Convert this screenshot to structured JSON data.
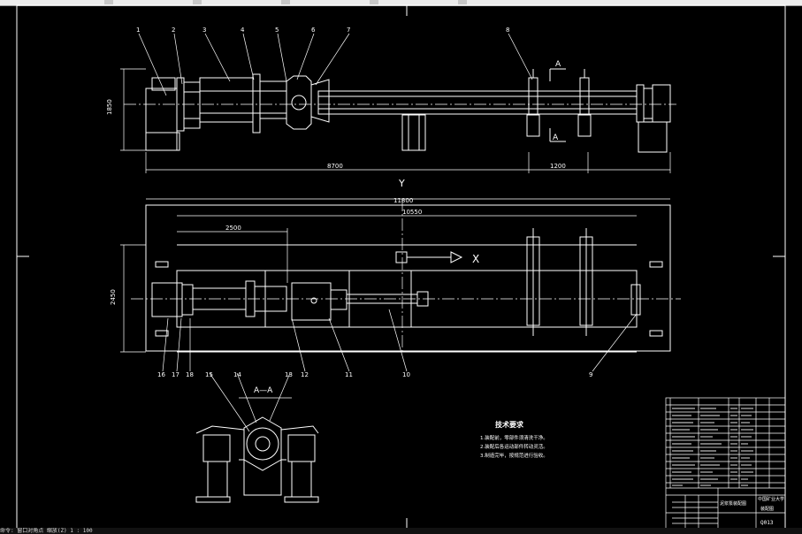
{
  "colors": {
    "background": "#000000",
    "line": "#ffffff",
    "accent": "#cfcfcf"
  },
  "balloons": {
    "b1": "1",
    "b2": "2",
    "b3": "3",
    "b4": "4",
    "b5": "5",
    "b6": "6",
    "b7": "7",
    "b8": "8",
    "b9": "9",
    "b10": "10",
    "b11": "11",
    "b12": "12",
    "b13": "13",
    "b14": "14",
    "b15": "15",
    "b16": "16",
    "b17": "17",
    "b18": "18"
  },
  "dimensions": {
    "front_height": "1850",
    "front_overall": "8700",
    "front_support": "1200",
    "plan_overall": "11800",
    "plan_rail": "10550",
    "plan_left": "2500",
    "plan_width": "2450"
  },
  "labels": {
    "section_marker_top": "A",
    "section_marker_bottom": "A",
    "axis_y": "Y",
    "axis_x": "X",
    "section_title": "A—A"
  },
  "notes": {
    "title": "技术要求",
    "items": [
      "1.装配前，零部件须清洗干净。",
      "2.装配后各运动部件转动灵活。",
      "3.制造完毕，按规范进行验收。"
    ]
  },
  "title_block": {
    "school": "中国矿业大学",
    "drawing_name": "泥浆泵装配图",
    "sub_name": "装配图",
    "drawing_code": "Q013"
  },
  "command_line": "命令: 窗口对角点  缩放(Z)  1 : 100"
}
